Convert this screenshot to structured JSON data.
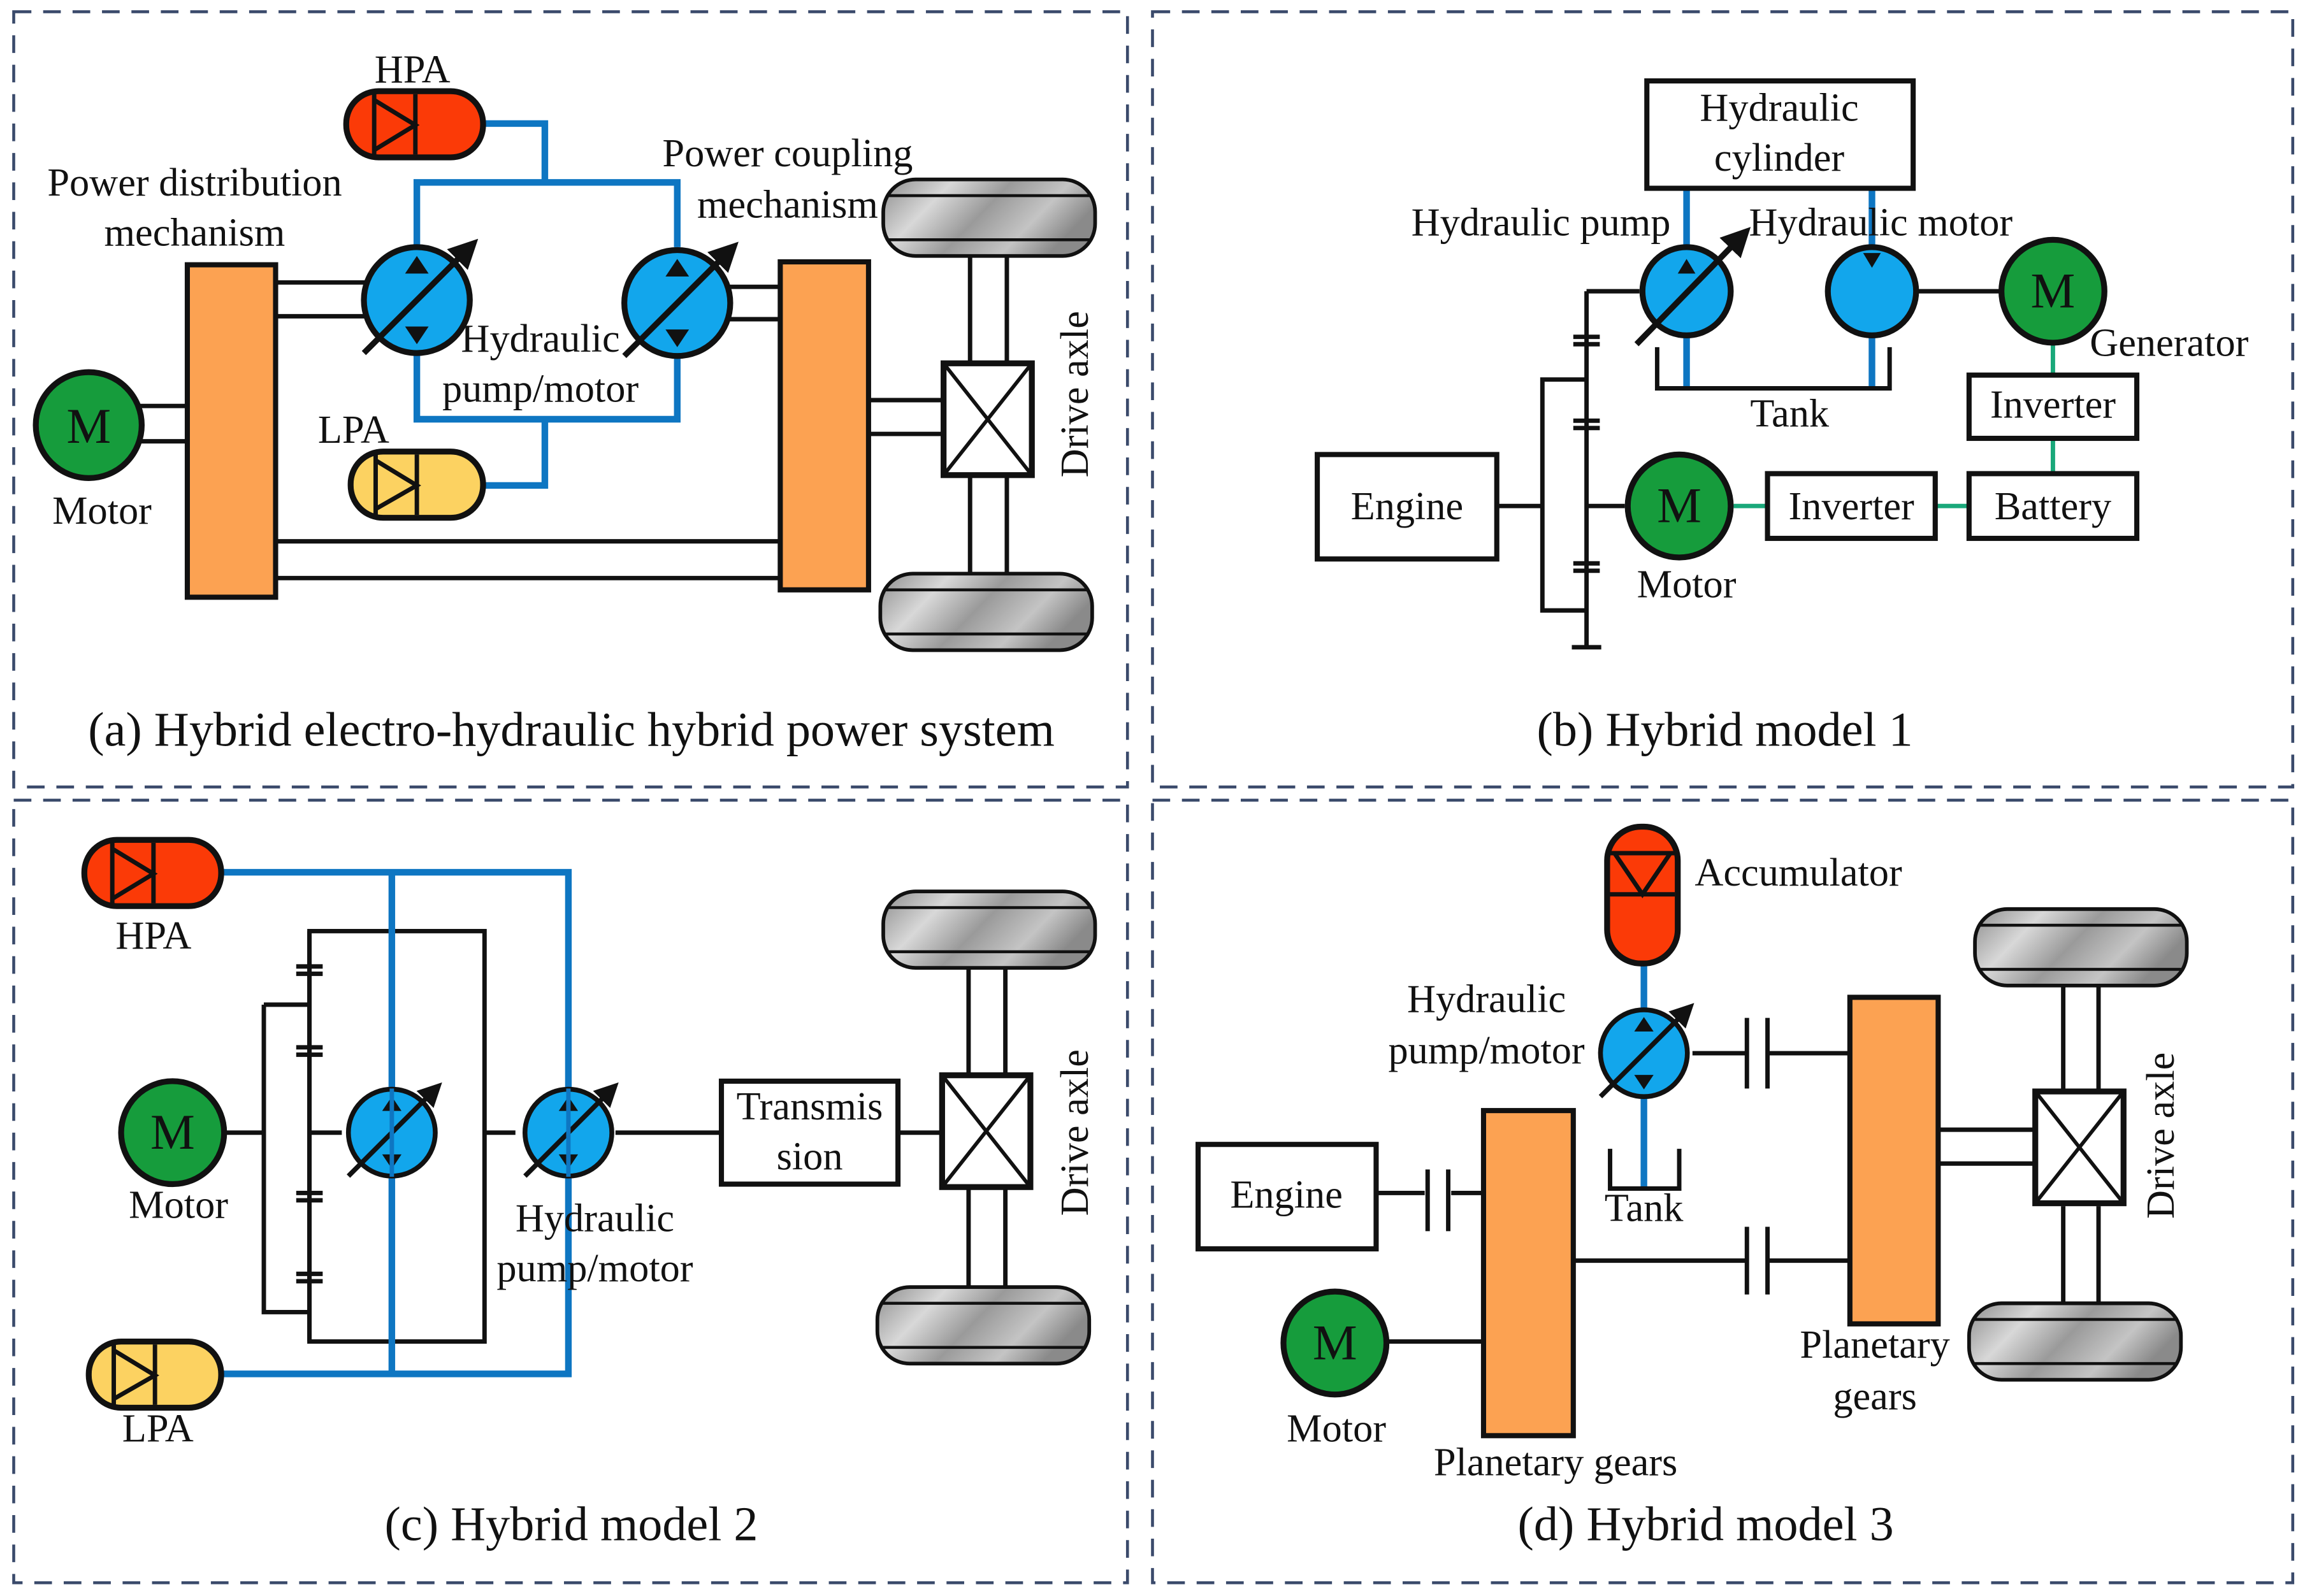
{
  "colors": {
    "hydraulic_line": "#0e76c2",
    "electric_line": "#1aa87a",
    "pump_motor": "#12a6ec",
    "electric_motor": "#169c3c",
    "high_pressure_accumulator": "#fb3a07",
    "low_pressure_accumulator": "#fcd261",
    "gear_block": "#fca252",
    "panel_border": "#3a4a6b"
  },
  "panels": {
    "a": {
      "caption": "(a) Hybrid electro-hydraulic hybrid power system",
      "hpa": "HPA",
      "lpa": "LPA",
      "power_distribution_line1": "Power distribution",
      "power_distribution_line2": "mechanism",
      "power_coupling_line1": "Power coupling",
      "power_coupling_line2": "mechanism",
      "pump_motor_line1": "Hydraulic",
      "pump_motor_line2": "pump/motor",
      "motor_symbol": "M",
      "motor_label": "Motor",
      "drive_axle": "Drive axle"
    },
    "b": {
      "caption": "(b) Hybrid model 1",
      "cylinder_line1": "Hydraulic",
      "cylinder_line2": "cylinder",
      "hydraulic_pump": "Hydraulic pump",
      "hydraulic_motor": "Hydraulic motor",
      "generator_symbol": "M",
      "generator_label": "Generator",
      "inverter_top": "Inverter",
      "tank": "Tank",
      "engine": "Engine",
      "motor_symbol": "M",
      "motor_label": "Motor",
      "inverter_bottom": "Inverter",
      "battery": "Battery"
    },
    "c": {
      "caption": "(c) Hybrid model 2",
      "hpa": "HPA",
      "lpa": "LPA",
      "motor_symbol": "M",
      "motor_label": "Motor",
      "pump_motor_line1": "Hydraulic",
      "pump_motor_line2": "pump/motor",
      "transmission_line1": "Transmis",
      "transmission_line2": "sion",
      "drive_axle": "Drive axle"
    },
    "d": {
      "caption": "(d) Hybrid model 3",
      "accumulator": "Accumulator",
      "pump_motor_line1": "Hydraulic",
      "pump_motor_line2": "pump/motor",
      "tank": "Tank",
      "engine": "Engine",
      "motor_symbol": "M",
      "motor_label": "Motor",
      "planetary_left": "Planetary gears",
      "planetary_right_line1": "Planetary",
      "planetary_right_line2": "gears",
      "drive_axle": "Drive axle"
    }
  }
}
